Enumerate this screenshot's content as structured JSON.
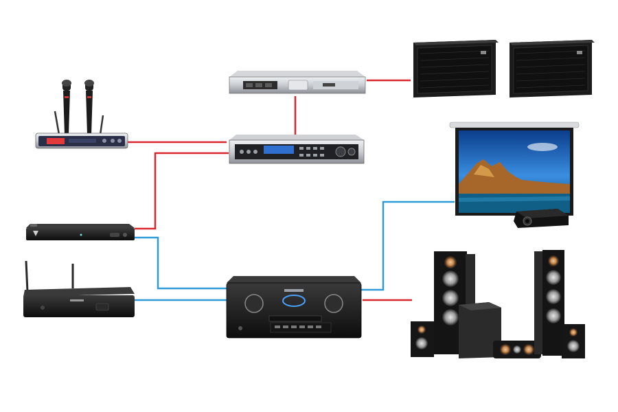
{
  "diagram": {
    "devices": [
      {
        "id": "wireless-mic-receiver",
        "kind": "microphone-receiver",
        "label": ""
      },
      {
        "id": "power-amplifier",
        "kind": "amplifier",
        "label": ""
      },
      {
        "id": "audio-processor",
        "kind": "processor",
        "label": ""
      },
      {
        "id": "karaoke-speakers",
        "kind": "speaker-pair",
        "label": ""
      },
      {
        "id": "projection-screen",
        "kind": "screen",
        "label": ""
      },
      {
        "id": "projector",
        "kind": "projector",
        "label": ""
      },
      {
        "id": "media-player",
        "kind": "set-top-box",
        "label": ""
      },
      {
        "id": "network-player",
        "kind": "media-box",
        "label": ""
      },
      {
        "id": "av-receiver",
        "kind": "av-receiver",
        "label": ""
      },
      {
        "id": "surround-speaker-set",
        "kind": "speaker-system",
        "label": ""
      }
    ],
    "connections": [
      {
        "from": "wireless-mic-receiver",
        "to": "audio-processor",
        "type": "audio",
        "color": "#d9262c"
      },
      {
        "from": "audio-processor",
        "to": "power-amplifier",
        "type": "audio",
        "color": "#d9262c"
      },
      {
        "from": "power-amplifier",
        "to": "karaoke-speakers",
        "type": "audio",
        "color": "#d9262c"
      },
      {
        "from": "media-player",
        "to": "audio-processor",
        "type": "audio",
        "color": "#d9262c"
      },
      {
        "from": "media-player",
        "to": "av-receiver",
        "type": "video",
        "color": "#2f9ad8"
      },
      {
        "from": "network-player",
        "to": "av-receiver",
        "type": "video",
        "color": "#2f9ad8"
      },
      {
        "from": "av-receiver",
        "to": "projection-screen",
        "type": "video",
        "color": "#2f9ad8"
      },
      {
        "from": "av-receiver",
        "to": "surround-speaker-set",
        "type": "audio",
        "color": "#d9262c"
      }
    ],
    "colors": {
      "audio_line": "#d9262c",
      "video_line": "#2f9ad8",
      "device_body": "#1a1a1a",
      "silver": "#c9ccd1"
    }
  }
}
